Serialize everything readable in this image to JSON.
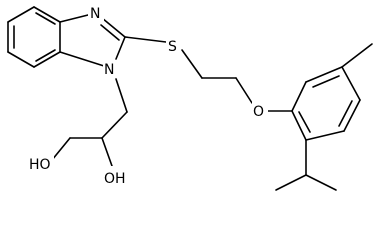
{
  "molecule": {
    "atoms": {
      "imidazole_n3": "N",
      "imidazole_n1": "N",
      "thioether_s": "S",
      "ether_o": "O",
      "hydroxyl_primary": "HO",
      "hydroxyl_secondary": "OH"
    }
  },
  "colors": {
    "bond": "#000000",
    "label": "#000000",
    "background": "#ffffff"
  }
}
